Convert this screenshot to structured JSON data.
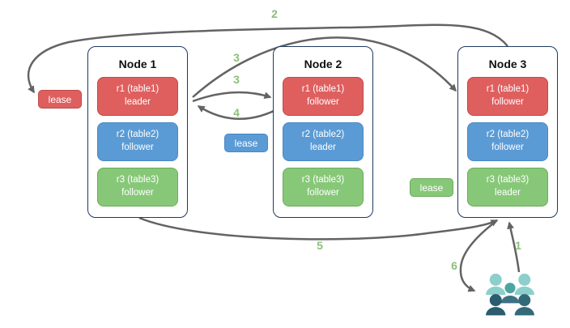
{
  "diagram": {
    "nodes": [
      {
        "title": "Node 1",
        "replicas": [
          {
            "name": "r1 (table1)",
            "role": "leader",
            "color": "red"
          },
          {
            "name": "r2 (table2)",
            "role": "follower",
            "color": "blue"
          },
          {
            "name": "r3 (table3)",
            "role": "follower",
            "color": "green"
          }
        ]
      },
      {
        "title": "Node 2",
        "replicas": [
          {
            "name": "r1 (table1)",
            "role": "follower",
            "color": "red"
          },
          {
            "name": "r2 (table2)",
            "role": "leader",
            "color": "blue"
          },
          {
            "name": "r3 (table3)",
            "role": "follower",
            "color": "green"
          }
        ]
      },
      {
        "title": "Node 3",
        "replicas": [
          {
            "name": "r1 (table1)",
            "role": "follower",
            "color": "red"
          },
          {
            "name": "r2 (table2)",
            "role": "follower",
            "color": "blue"
          },
          {
            "name": "r3 (table3)",
            "role": "leader",
            "color": "green"
          }
        ]
      }
    ],
    "leases": [
      {
        "label": "lease",
        "variant": "red"
      },
      {
        "label": "lease",
        "variant": "blue"
      },
      {
        "label": "lease",
        "variant": "green"
      }
    ],
    "steps": {
      "s1": "1",
      "s2": "2",
      "s3a": "3",
      "s3b": "3",
      "s4": "4",
      "s5": "5",
      "s6": "6"
    },
    "icons": {
      "users": "user-group-icon"
    },
    "colors": {
      "replica_red": "#df5f5f",
      "replica_red_border": "#bc4a4a",
      "replica_blue": "#5b9bd5",
      "replica_blue_border": "#4a89c4",
      "replica_green": "#87c878",
      "replica_green_border": "#6cab5c",
      "node_border": "#1e3a5f",
      "arrow": "#636363",
      "step_number": "#8cbf77",
      "users_light_teal": "#8ccfcb",
      "users_mid_teal": "#4da5a2",
      "users_mid_body": "#3e7183",
      "users_dark_left": "#2b5c70",
      "users_dark_right": "#336a78"
    }
  }
}
